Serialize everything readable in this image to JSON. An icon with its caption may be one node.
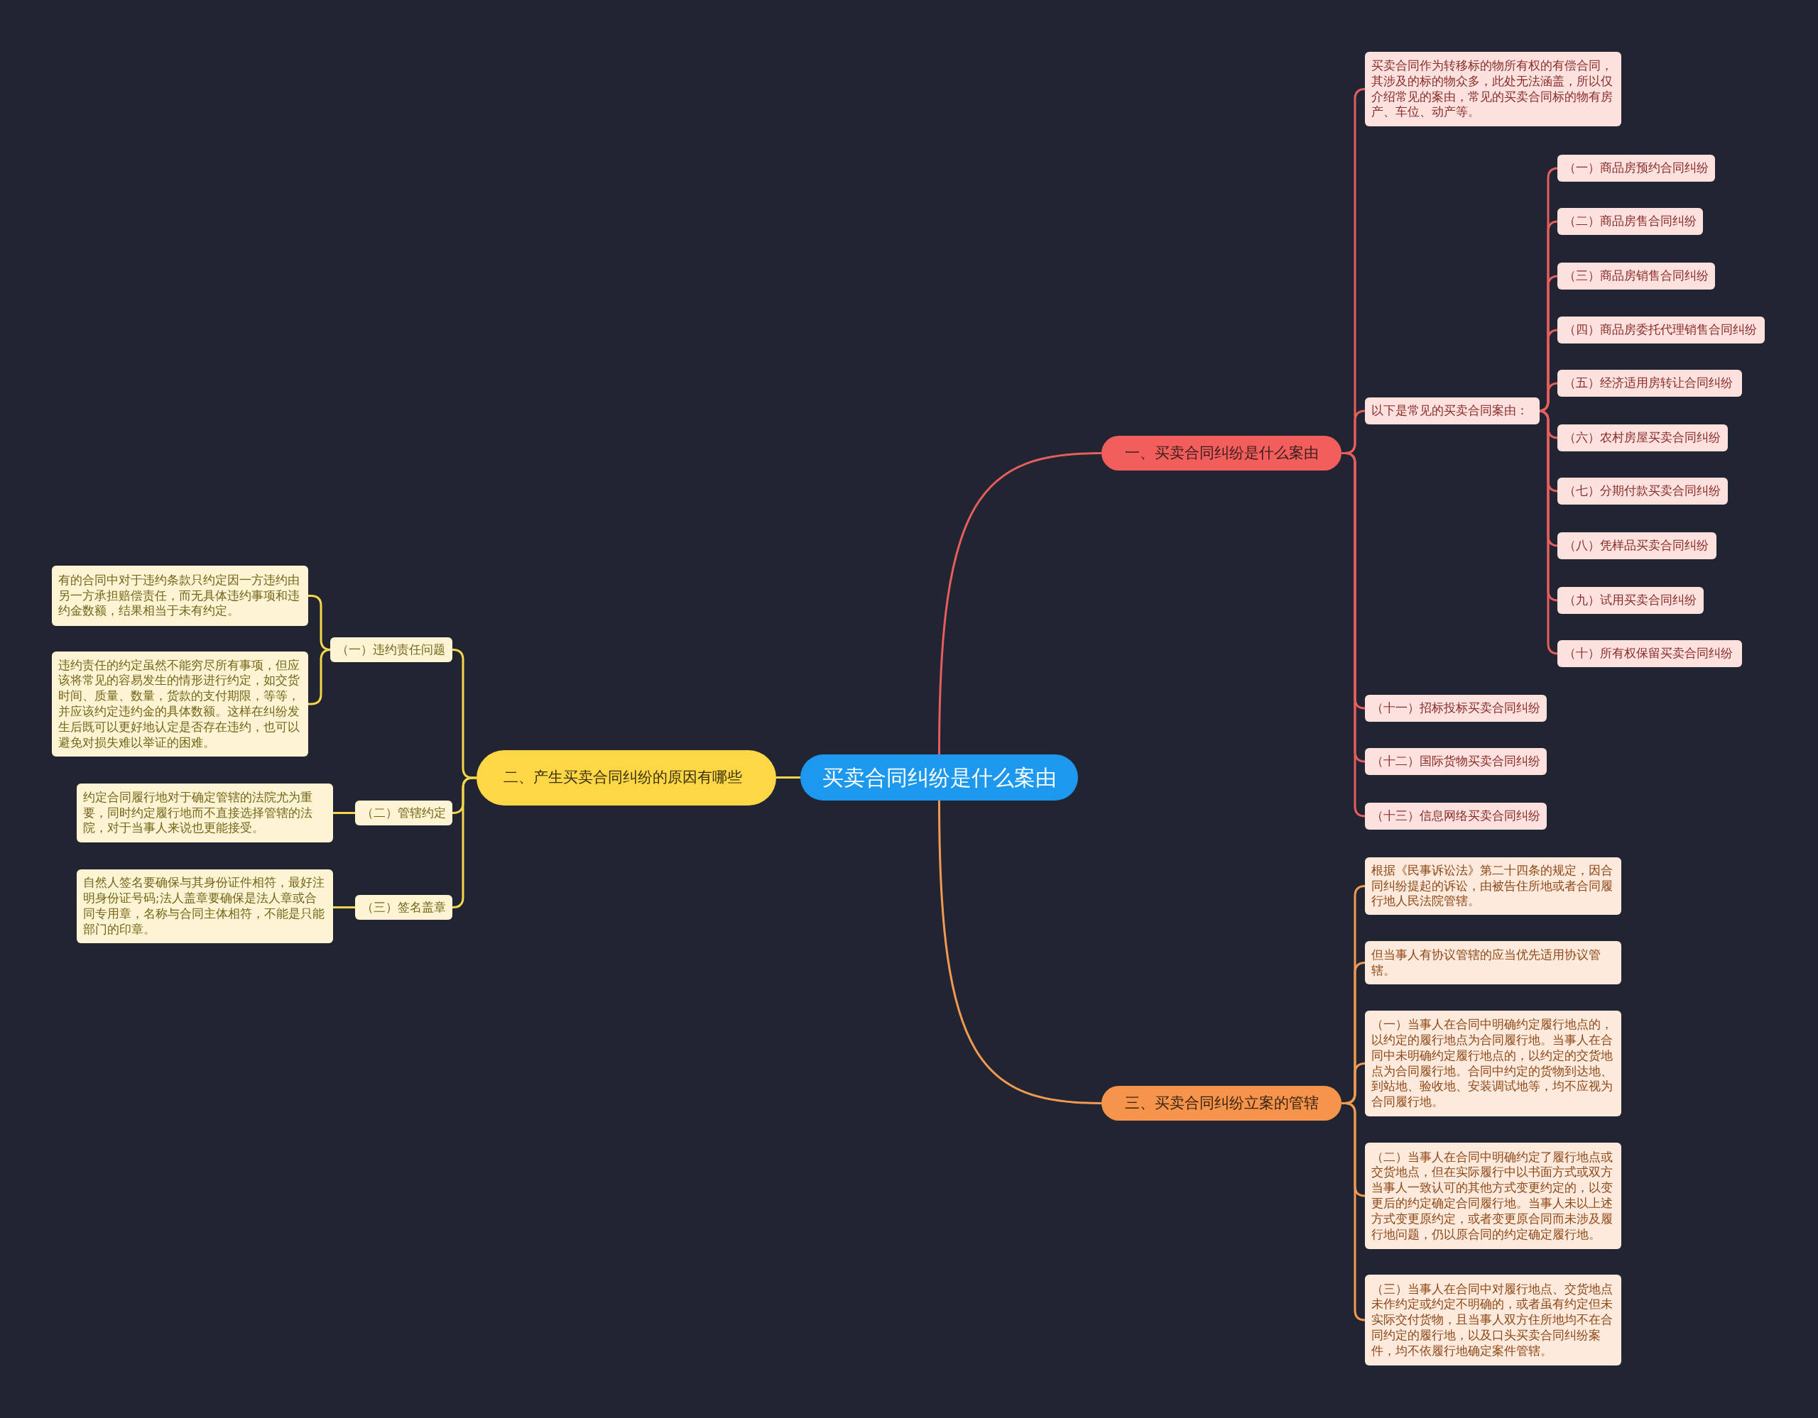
{
  "diagram": {
    "nodes": [
      {
        "text": [
          "买卖合同纠纷是什么案由"
        ]
      },
      {
        "text": [
          "一、买卖合同纠纷是什么案由"
        ]
      },
      {
        "text": [
          "买卖合同作为转移标的物所有权的有偿合同，其涉及的标的物众多，此处无法涵盖，所以仅介绍常见的案由，常见的买卖合同标的物有房产、车位、动产等。"
        ]
      },
      {
        "text": [
          "以下是常见的买卖合同案由："
        ]
      },
      {
        "text": [
          "（一）商品房预约合同纠纷"
        ]
      },
      {
        "text": [
          "（二）商品房售合同纠纷"
        ]
      },
      {
        "text": [
          "（三）商品房销售合同纠纷"
        ]
      },
      {
        "text": [
          "（四）商品房委托代理销售合同纠纷"
        ]
      },
      {
        "text": [
          "（五）经济适用房转让合同纠纷"
        ]
      },
      {
        "text": [
          "（六）农村房屋买卖合同纠纷"
        ]
      },
      {
        "text": [
          "（七）分期付款买卖合同纠纷"
        ]
      },
      {
        "text": [
          "（八）凭样品买卖合同纠纷"
        ]
      },
      {
        "text": [
          "（九）试用买卖合同纠纷"
        ]
      },
      {
        "text": [
          "（十）所有权保留买卖合同纠纷"
        ]
      },
      {
        "text": [
          "（十一）招标投标买卖合同纠纷"
        ]
      },
      {
        "text": [
          "（十二）国际货物买卖合同纠纷"
        ]
      },
      {
        "text": [
          "（十三）信息网络买卖合同纠纷"
        ]
      },
      {
        "text": [
          "三、买卖合同纠纷立案的管辖"
        ]
      },
      {
        "text": [
          "根据《民事诉讼法》第二十四条的规定，因合同纠纷提起的诉讼，由被告住所地或者合同履行地人民法院管辖。"
        ]
      },
      {
        "text": [
          "但当事人有协议管辖的应当优先适用协议管辖。"
        ]
      },
      {
        "text": [
          "（一）当事人在合同中明确约定履行地点的，以约定的履行地点为合同履行地。当事人在合同中未明确约定履行地点的，以约定的交货地点为合同履行地。合同中约定的货物到达地、到站地、验收地、安装调试地等，均不应视为合同履行地。"
        ]
      },
      {
        "text": [
          "（二）当事人在合同中明确约定了履行地点或交货地点，但在实际履行中以书面方式或双方当事人一致认可的其他方式变更约定的，以变更后的约定确定合同履行地。当事人未以上述方式变更原约定，或者变更原合同而未涉及履行地问题，仍以原合同的约定确定履行地。"
        ]
      },
      {
        "text": [
          "（三）当事人在合同中对履行地点、交货地点未作约定或约定不明确的，或者虽有约定但未实际交付货物，且当事人双方住所地均不在合同约定的履行地，以及口头买卖合同纠纷案件，均不依履行地确定案件管辖。"
        ]
      },
      {
        "text": [
          "二、产生买卖合同纠纷的原因有哪些"
        ]
      },
      {
        "text": [
          "（一）违约责任问题"
        ]
      },
      {
        "text": [
          "有的合同中对于违约条款只约定因一方违约由另一方承担赔偿责任，而无具体违约事项和违约金数额，结果相当于未有约定。"
        ]
      },
      {
        "text": [
          "违约责任的约定虽然不能穷尽所有事项，但应该将常见的容易发生的情形进行约定，如交货时间、质量、数量，货款的支付期限，等等，并应该约定违约金的具体数额。这样在纠纷发生后既可以更好地认定是否存在违约，也可以避免对损失难以举证的困难。"
        ]
      },
      {
        "text": [
          "（二）管辖约定"
        ]
      },
      {
        "text": [
          "约定合同履行地对于确定管辖的法院尤为重要，同时约定履行地而不直接选择管辖的法院，对于当事人来说也更能接受。"
        ]
      },
      {
        "text": [
          "（三）签名盖章"
        ]
      },
      {
        "text": [
          "自然人签名要确保与其身份证件相符，最好注明身份证号码;法人盖章要确保是法人章或合同专用章，名称与合同主体相符，不能是只能部门的印章。"
        ]
      }
    ],
    "edges": [
      {
        "from": 0,
        "to": 1,
        "arrow": "none",
        "color": "#e85d5d"
      },
      {
        "from": 1,
        "to": 2,
        "arrow": "none",
        "color": "#e85d5d"
      },
      {
        "from": 1,
        "to": 3,
        "arrow": "none",
        "color": "#e85d5d"
      },
      {
        "from": 3,
        "to": 4,
        "arrow": "none",
        "color": "#e85d5d"
      },
      {
        "from": 3,
        "to": 5,
        "arrow": "none",
        "color": "#e85d5d"
      },
      {
        "from": 3,
        "to": 6,
        "arrow": "none",
        "color": "#e85d5d"
      },
      {
        "from": 3,
        "to": 7,
        "arrow": "none",
        "color": "#e85d5d"
      },
      {
        "from": 3,
        "to": 8,
        "arrow": "none",
        "color": "#e85d5d"
      },
      {
        "from": 3,
        "to": 9,
        "arrow": "none",
        "color": "#e85d5d"
      },
      {
        "from": 3,
        "to": 10,
        "arrow": "none",
        "color": "#e85d5d"
      },
      {
        "from": 3,
        "to": 11,
        "arrow": "none",
        "color": "#e85d5d"
      },
      {
        "from": 3,
        "to": 12,
        "arrow": "none",
        "color": "#e85d5d"
      },
      {
        "from": 3,
        "to": 13,
        "arrow": "none",
        "color": "#e85d5d"
      },
      {
        "from": 1,
        "to": 14,
        "arrow": "none",
        "color": "#e85d5d"
      },
      {
        "from": 1,
        "to": 15,
        "arrow": "none",
        "color": "#e85d5d"
      },
      {
        "from": 1,
        "to": 16,
        "arrow": "none",
        "color": "#e85d5d"
      },
      {
        "from": 0,
        "to": 17,
        "arrow": "none",
        "color": "#f39a52"
      },
      {
        "from": 17,
        "to": 18,
        "arrow": "none",
        "color": "#f39a52"
      },
      {
        "from": 17,
        "to": 19,
        "arrow": "none",
        "color": "#f39a52"
      },
      {
        "from": 17,
        "to": 20,
        "arrow": "none",
        "color": "#f39a52"
      },
      {
        "from": 17,
        "to": 21,
        "arrow": "none",
        "color": "#f39a52"
      },
      {
        "from": 17,
        "to": 22,
        "arrow": "none",
        "color": "#f39a52"
      },
      {
        "from": 0,
        "to": 23,
        "arrow": "none",
        "color": "#f6d64a"
      },
      {
        "from": 23,
        "to": 24,
        "arrow": "none",
        "color": "#f6d64a"
      },
      {
        "from": 24,
        "to": 25,
        "arrow": "none",
        "color": "#f6d64a"
      },
      {
        "from": 24,
        "to": 26,
        "arrow": "none",
        "color": "#f6d64a"
      },
      {
        "from": 23,
        "to": 27,
        "arrow": "none",
        "color": "#f6d64a"
      },
      {
        "from": 27,
        "to": 28,
        "arrow": "none",
        "color": "#f6d64a"
      },
      {
        "from": 23,
        "to": 29,
        "arrow": "none",
        "color": "#f6d64a"
      },
      {
        "from": 29,
        "to": 30,
        "arrow": "none",
        "color": "#f6d64a"
      }
    ]
  }
}
